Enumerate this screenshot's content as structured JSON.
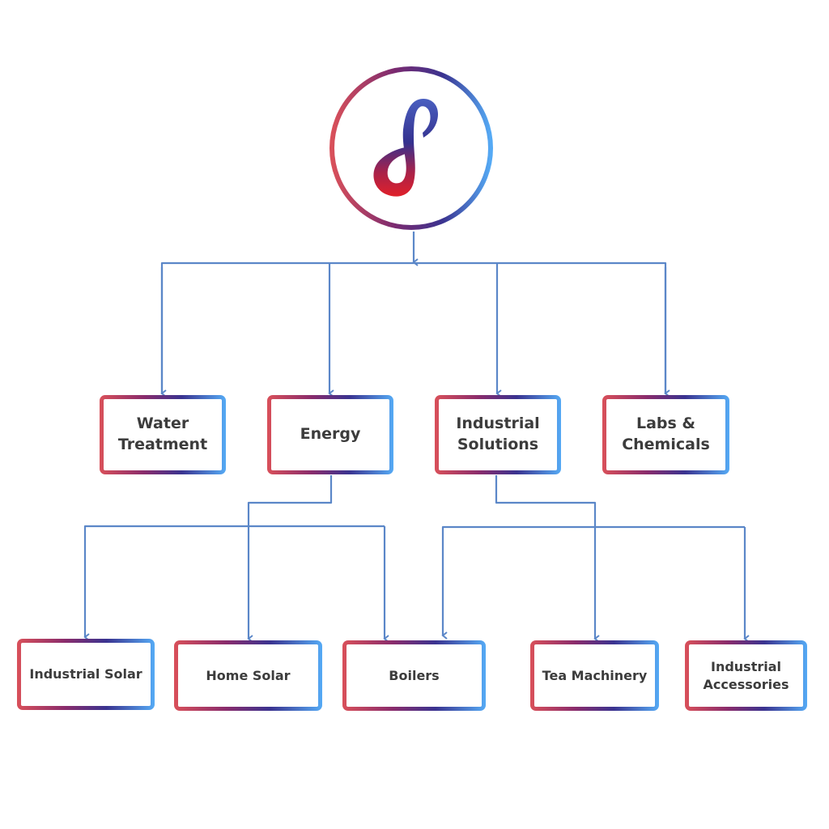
{
  "logo": {
    "name": "brand-logo",
    "colors": {
      "red": "#d9202a",
      "navy": "#34318f",
      "blue": "#55aaf5"
    }
  },
  "level1": [
    {
      "label": "Water Treatment",
      "lines": [
        "Water",
        "Treatment"
      ]
    },
    {
      "label": "Energy",
      "lines": [
        "Energy"
      ]
    },
    {
      "label": "Industrial Solutions",
      "lines": [
        "Industrial",
        "Solutions"
      ]
    },
    {
      "label": "Labs & Chemicals",
      "lines": [
        "Labs &",
        "Chemicals"
      ]
    }
  ],
  "level2": [
    {
      "label": "Industrial Solar",
      "lines": [
        "Industrial Solar"
      ]
    },
    {
      "label": "Home Solar",
      "lines": [
        "Home Solar"
      ]
    },
    {
      "label": "Boilers",
      "lines": [
        "Boilers"
      ]
    },
    {
      "label": "Tea Machinery",
      "lines": [
        "Tea Machinery"
      ]
    },
    {
      "label": "Industrial Accessories",
      "lines": [
        "Industrial",
        "Accessories"
      ]
    }
  ],
  "colors": {
    "connector": "#5b87c8",
    "text": "#3c3c3c"
  }
}
